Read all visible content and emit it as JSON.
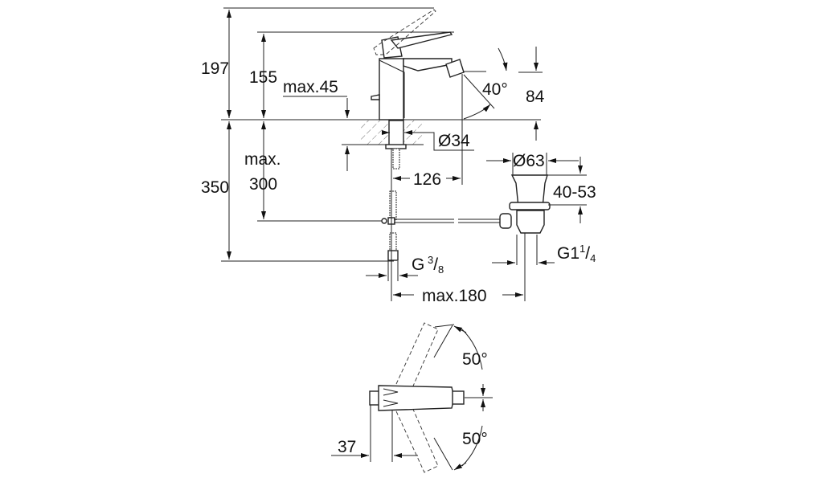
{
  "drawing": {
    "side_view": {
      "total_height": "197",
      "spout_height": "155",
      "max_counter_thickness": "max.45",
      "max_label": "max.",
      "hose_length": "350",
      "hose_connection_depth": "300",
      "hole_diameter": "Ø34",
      "spout_reach": "126",
      "spout_angle": "40°",
      "outlet_height": "84",
      "waste_diameter": "Ø63",
      "waste_range": "40-53",
      "waste_thread_main": "G1",
      "waste_thread_num": "1",
      "waste_thread_den": "4",
      "supply_thread_main": "G",
      "supply_thread_num": "3",
      "supply_thread_den": "8",
      "max_distance": "max.180"
    },
    "top_view": {
      "angle_upper": "50°",
      "angle_lower": "50°",
      "lever_offset": "37"
    }
  }
}
